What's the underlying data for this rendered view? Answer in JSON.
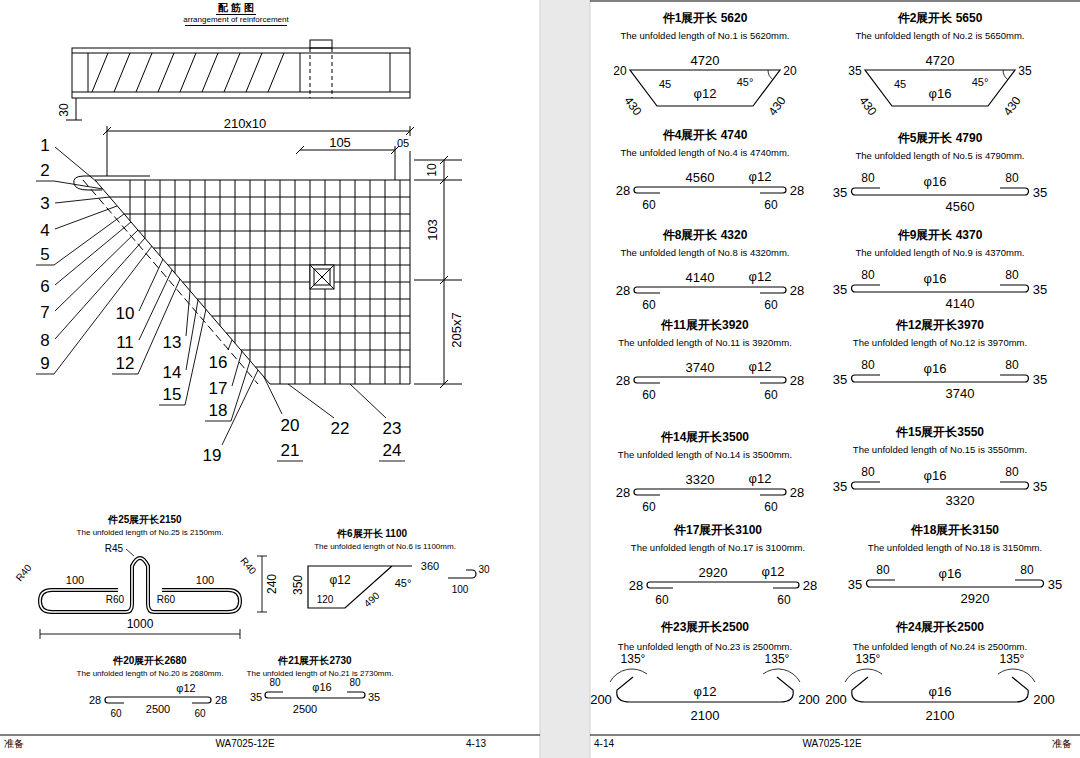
{
  "diagram": {
    "title": "配 筋 图",
    "labels": [
      "arrangement of reinforcement",
      "30",
      "210x10",
      "105",
      "05",
      "10",
      "103",
      "205x7",
      "1",
      "2",
      "3",
      "4",
      "5",
      "6",
      "7",
      "8",
      "9",
      "10",
      "11",
      "12",
      "13",
      "14",
      "15",
      "16",
      "17",
      "18",
      "19",
      "20",
      "21",
      "22",
      "23",
      "24",
      "件25展开长2150",
      "The unfolded length of No.25 is 2150mm.",
      "R45",
      "R40",
      "100",
      "R60",
      "R60",
      "100",
      "R40",
      "240",
      "350",
      "1000",
      "件6展开长 1100",
      "The unfolded length of No.6 is 1100mm.",
      "φ12",
      "120",
      "490",
      "45°",
      "360",
      "30",
      "100",
      "件20展开长2680",
      "The unfolded length of No.20 is 2680mm.",
      "φ12",
      "28",
      "60",
      "2500",
      "60",
      "28",
      "件21展开长2730",
      "The unfolded length of No.21 is 2730mm.",
      "80",
      "35",
      "2500",
      "φ16",
      "80",
      "35",
      "准备",
      "WA7025-12E",
      "4-13",
      "件1展开长 5620",
      "The unfolded length of No.1 is 5620mm.",
      "4720",
      "20",
      "45",
      "φ12",
      "45°",
      "20",
      "430",
      "430",
      "件2展开长 5650",
      "The unfolded length of No.2 is 5650mm.",
      "4720",
      "35",
      "45",
      "φ16",
      "45°",
      "35",
      "430",
      "430",
      "件4展开长 4740",
      "The unfolded length of No.4 is 4740mm.",
      "4560",
      "φ12",
      "28",
      "60",
      "60",
      "28",
      "件5展开长 4790",
      "The unfolded length of No.5 is 4790mm.",
      "4560",
      "φ16",
      "35",
      "80",
      "80",
      "35",
      "件8展开长 4320",
      "The unfolded length of No.8 is 4320mm.",
      "4140",
      "φ12",
      "28",
      "60",
      "60",
      "28",
      "件9展开长 4370",
      "The unfolded length of No.9 is 4370mm.",
      "4140",
      "φ16",
      "35",
      "80",
      "80",
      "35",
      "件11展开长3920",
      "The unfolded length of No.11 is 3920mm.",
      "3740",
      "φ12",
      "28",
      "60",
      "60",
      "28",
      "件12展开长3970",
      "The unfolded length of No.12 is 3970mm.",
      "3740",
      "φ16",
      "35",
      "80",
      "80",
      "35",
      "件14展开长3500",
      "The unfolded length of No.14 is 3500mm.",
      "3320",
      "φ12",
      "28",
      "60",
      "60",
      "28",
      "件15展开长3550",
      "The unfolded length of No.15 is 3550mm.",
      "3320",
      "φ16",
      "35",
      "80",
      "80",
      "35",
      "件17展开长3100",
      "The unfolded length of No.17 is 3100mm.",
      "2920",
      "φ12",
      "28",
      "60",
      "60",
      "28",
      "件18展开长3150",
      "The unfolded length of No.18 is 3150mm.",
      "2920",
      "φ16",
      "35",
      "80",
      "80",
      "35",
      "件23展开长2500",
      "The unfolded length of No.23 is 2500mm.",
      "135°",
      "135°",
      "200",
      "φ12",
      "200",
      "2100",
      "件24展开长2500",
      "The unfolded length of No.24 is 2500mm.",
      "135°",
      "135°",
      "200",
      "φ16",
      "200",
      "2100",
      "4-14",
      "WA7025-12E",
      "准备"
    ]
  }
}
